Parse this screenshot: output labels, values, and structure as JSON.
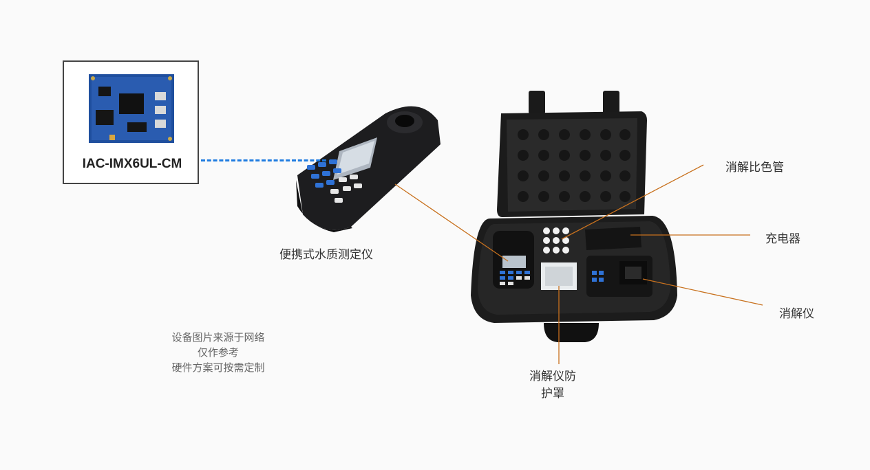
{
  "module": {
    "label": "IAC-IMX6UL-CM"
  },
  "device_caption": "便携式水质测定仪",
  "callouts": {
    "tubes": "消解比色管",
    "charger": "充电器",
    "digester": "消解仪",
    "guard_line1": "消解仪防",
    "guard_line2": "护罩"
  },
  "note": {
    "line1": "设备图片来源于网络",
    "line2": "仅作参考",
    "line3": "硬件方案可按需定制"
  },
  "colors": {
    "connector": "#1e7be0",
    "leader": "#c8711e",
    "board": "#1f4f9e"
  }
}
